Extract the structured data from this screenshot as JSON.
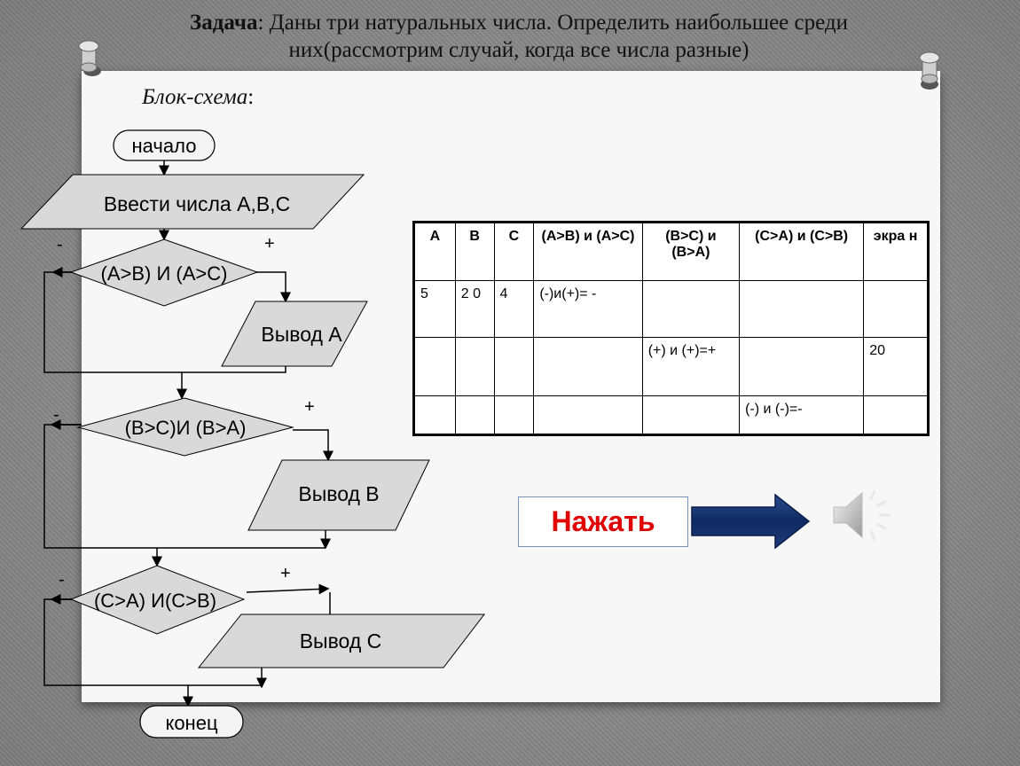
{
  "header": {
    "task_label": "Задача",
    "task_text": ": Даны три натуральных  числа. Определить наибольшее среди",
    "task_text_line2": "них(рассмотрим случай, когда все числа разные)"
  },
  "subtitle": {
    "label": "Блок-схема",
    "colon": ":"
  },
  "flowchart": {
    "start": "начало",
    "input": "Ввести числа А,В,С",
    "cond1": "(А>В) И (А>С)",
    "out1": "Вывод  А",
    "cond2": "(В>С)И (В>А)",
    "out2": "Вывод  В",
    "cond3": "(С>А) И(С>В)",
    "out3": "Вывод  С",
    "end": "конец",
    "minus": "-",
    "plus": "+"
  },
  "table": {
    "headers": [
      "А",
      "В",
      "С",
      "(А>В) и (А>С)",
      "(В>С) и (В>А)",
      "(С>А) и (С>В)",
      "экра н"
    ],
    "rows": [
      [
        "5",
        "2 0",
        "4",
        "(-)и(+)= -",
        "",
        "",
        ""
      ],
      [
        "",
        "",
        "",
        "",
        "(+) и (+)=+",
        "",
        "20"
      ],
      [
        "",
        "",
        "",
        "",
        "",
        "(-) и (-)=-",
        ""
      ]
    ]
  },
  "action": {
    "button_label": "Нажать",
    "arrow_icon": "right-arrow-icon",
    "sound_icon": "speaker-icon"
  }
}
